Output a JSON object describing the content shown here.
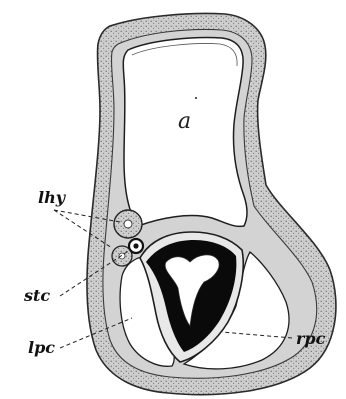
{
  "labels": {
    "a": "a",
    "lhy": "lhy",
    "stc": "stc",
    "lpc": "lpc",
    "rpc": "rpc"
  },
  "colors": {
    "background": "#ffffff",
    "tissue_stipple": "#b8b8b8",
    "shaded_cavity": "#d3d3d3",
    "wall_line": "#222222",
    "dark_cavity": "#0a0a0a"
  }
}
